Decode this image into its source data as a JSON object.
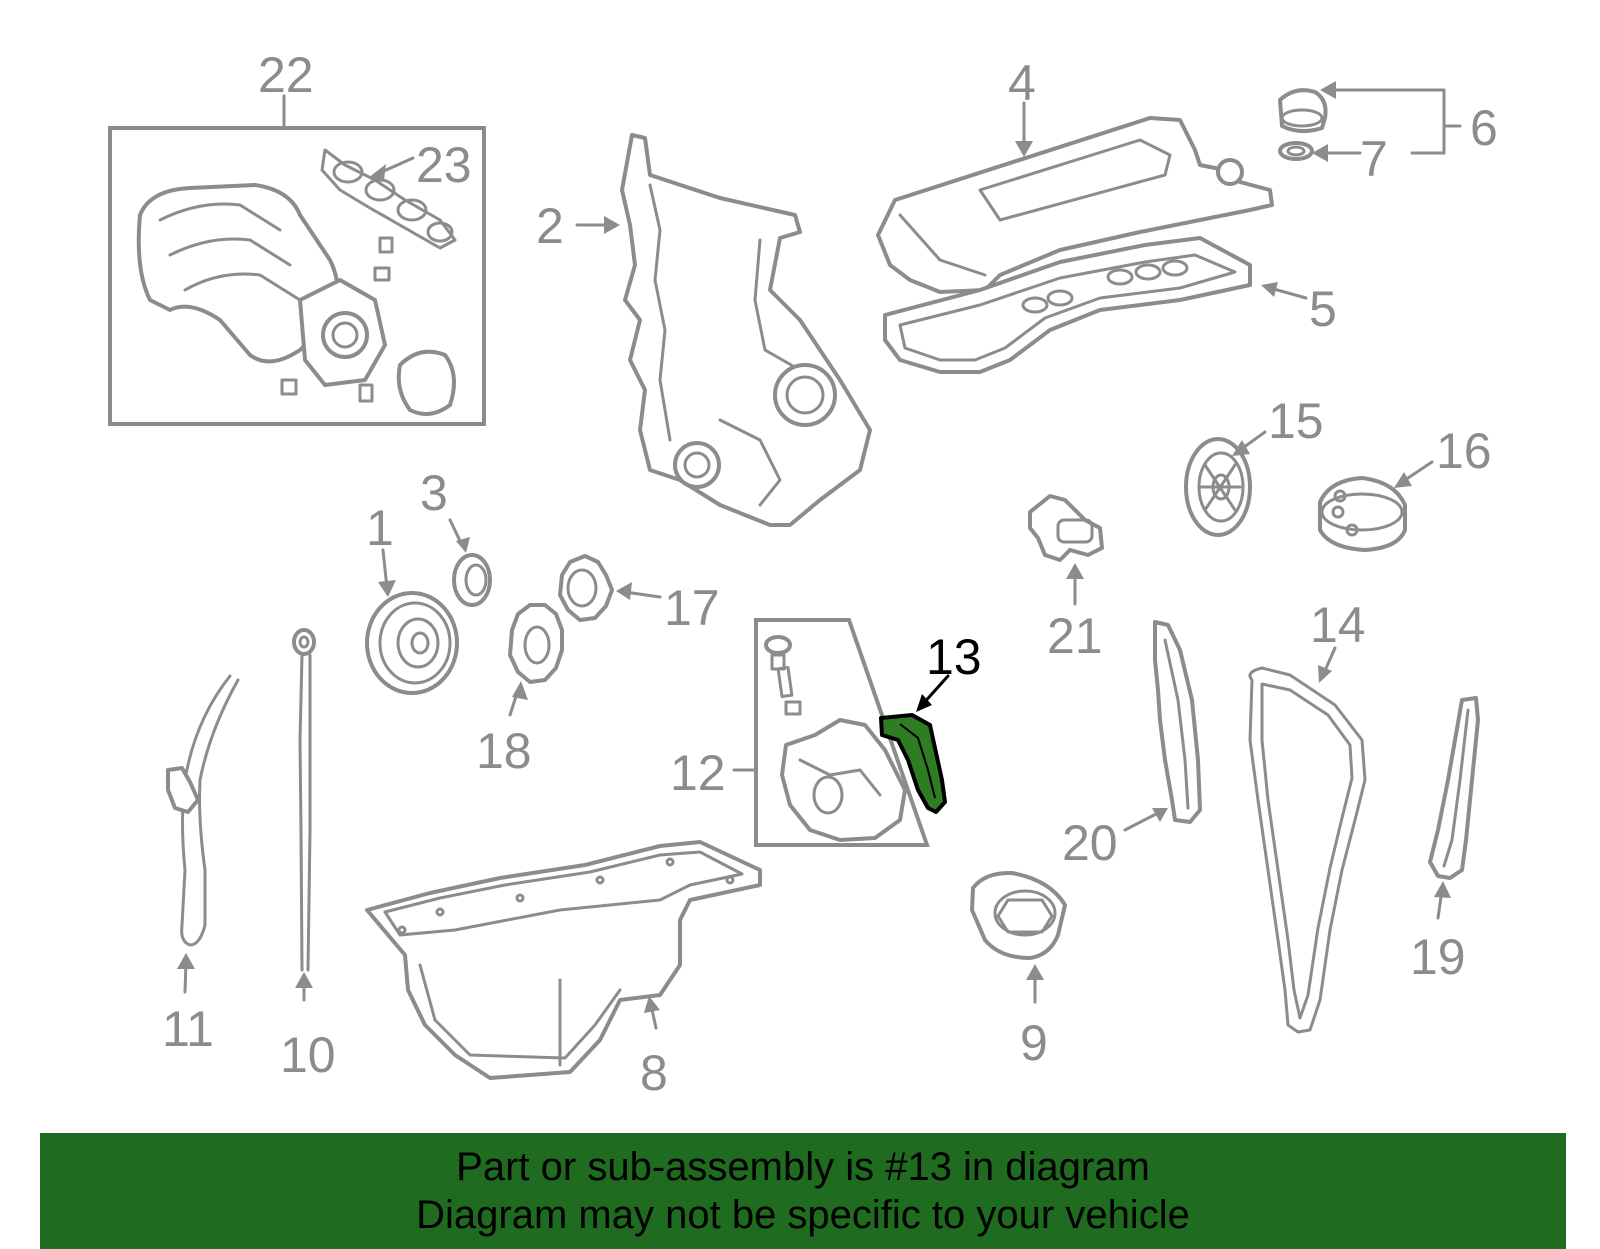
{
  "callouts": {
    "c1": "1",
    "c2": "2",
    "c3": "3",
    "c4": "4",
    "c5": "5",
    "c6": "6",
    "c7": "7",
    "c8": "8",
    "c9": "9",
    "c10": "10",
    "c11": "11",
    "c12": "12",
    "c13": "13",
    "c14": "14",
    "c15": "15",
    "c16": "16",
    "c17": "17",
    "c18": "18",
    "c19": "19",
    "c20": "20",
    "c21": "21",
    "c22": "22",
    "c23": "23"
  },
  "highlight": {
    "callout": "13",
    "color": "#2e7d22"
  },
  "colors": {
    "line_art": "#8c8c8c",
    "banner_background": "#1f6b1f",
    "banner_text": "#000000"
  },
  "banner": {
    "line1": "Part or sub-assembly is #13 in diagram",
    "line2": "Diagram may not be specific to your vehicle"
  }
}
